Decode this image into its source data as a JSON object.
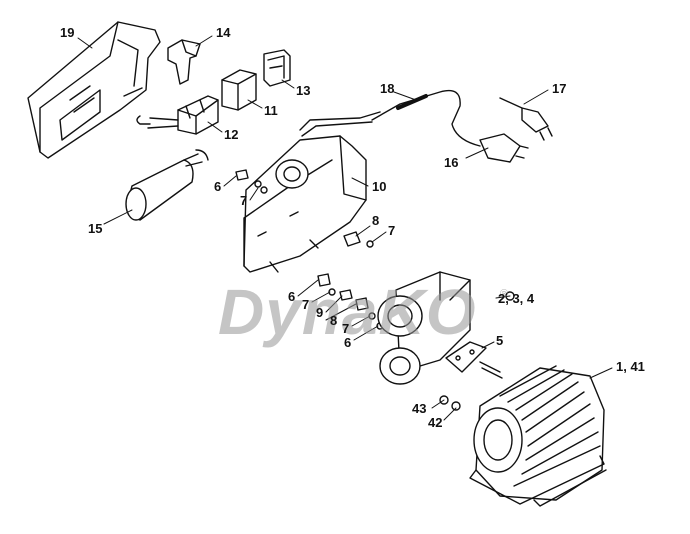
{
  "diagram": {
    "watermark": "DynaKO",
    "watermark_mark": "®",
    "callouts": {
      "c19": "19",
      "c14": "14",
      "c13": "13",
      "c11": "11",
      "c12": "12",
      "c18": "18",
      "c17": "17",
      "c16": "16",
      "c6a": "6",
      "c7a": "7",
      "c10": "10",
      "c15": "15",
      "c8a": "8",
      "c7b": "7",
      "c6b": "6",
      "c7c": "7",
      "c9": "9",
      "c8b": "8",
      "c7d": "7",
      "c6c": "6",
      "c234": "2, 3, 4",
      "c5": "5",
      "c141": "1, 41",
      "c43": "43",
      "c42": "42"
    }
  }
}
